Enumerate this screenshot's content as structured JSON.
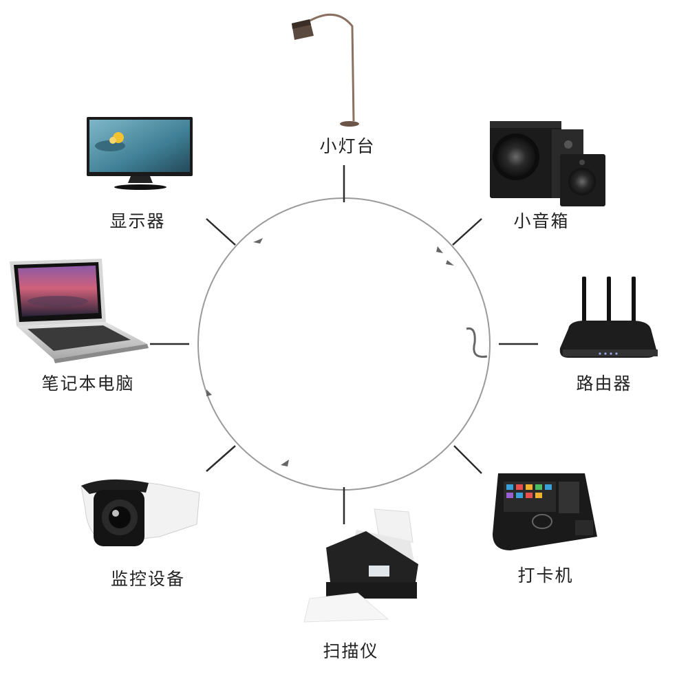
{
  "colors": {
    "circle": "#9a9a9a",
    "connector": "#2b2b2b",
    "label": "#222222"
  },
  "devices": [
    {
      "id": "lamp",
      "label": "小灯台",
      "icon": "floor-lamp-icon"
    },
    {
      "id": "speaker",
      "label": "小音箱",
      "icon": "speaker-icon"
    },
    {
      "id": "router",
      "label": "路由器",
      "icon": "router-icon"
    },
    {
      "id": "punch",
      "label": "打卡机",
      "icon": "time-clock-icon"
    },
    {
      "id": "scanner",
      "label": "扫描仪",
      "icon": "scanner-icon"
    },
    {
      "id": "camera",
      "label": "监控设备",
      "icon": "security-camera-icon"
    },
    {
      "id": "laptop",
      "label": "笔记本电脑",
      "icon": "laptop-icon"
    },
    {
      "id": "monitor",
      "label": "显示器",
      "icon": "monitor-icon"
    }
  ]
}
